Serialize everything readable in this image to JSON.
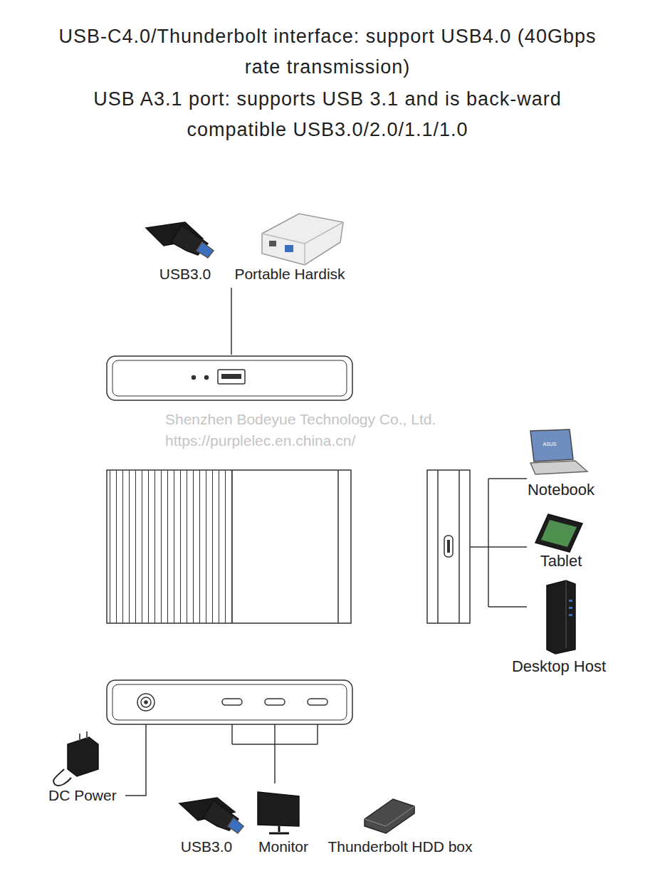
{
  "diagram": {
    "title": "USB-C4.0/Thunderbolt interface: support USB4.0 (40Gbps rate transmission)",
    "labels": [
      "USB A3.1 port: supports USB 3.1 and is back-ward compatible USB3.0/2.0/1.1/1.0",
      "USB3.0",
      "Portable Hardisk",
      "Shenzhen Bodeyue Technology Co., Ltd.",
      "https://purplelec.en.china.cn/",
      "ASUS",
      "Notebook",
      "Tablet",
      "Desktop Host",
      "DC Power",
      "USB3.0",
      "Monitor",
      "Thunderbolt HDD box"
    ]
  }
}
